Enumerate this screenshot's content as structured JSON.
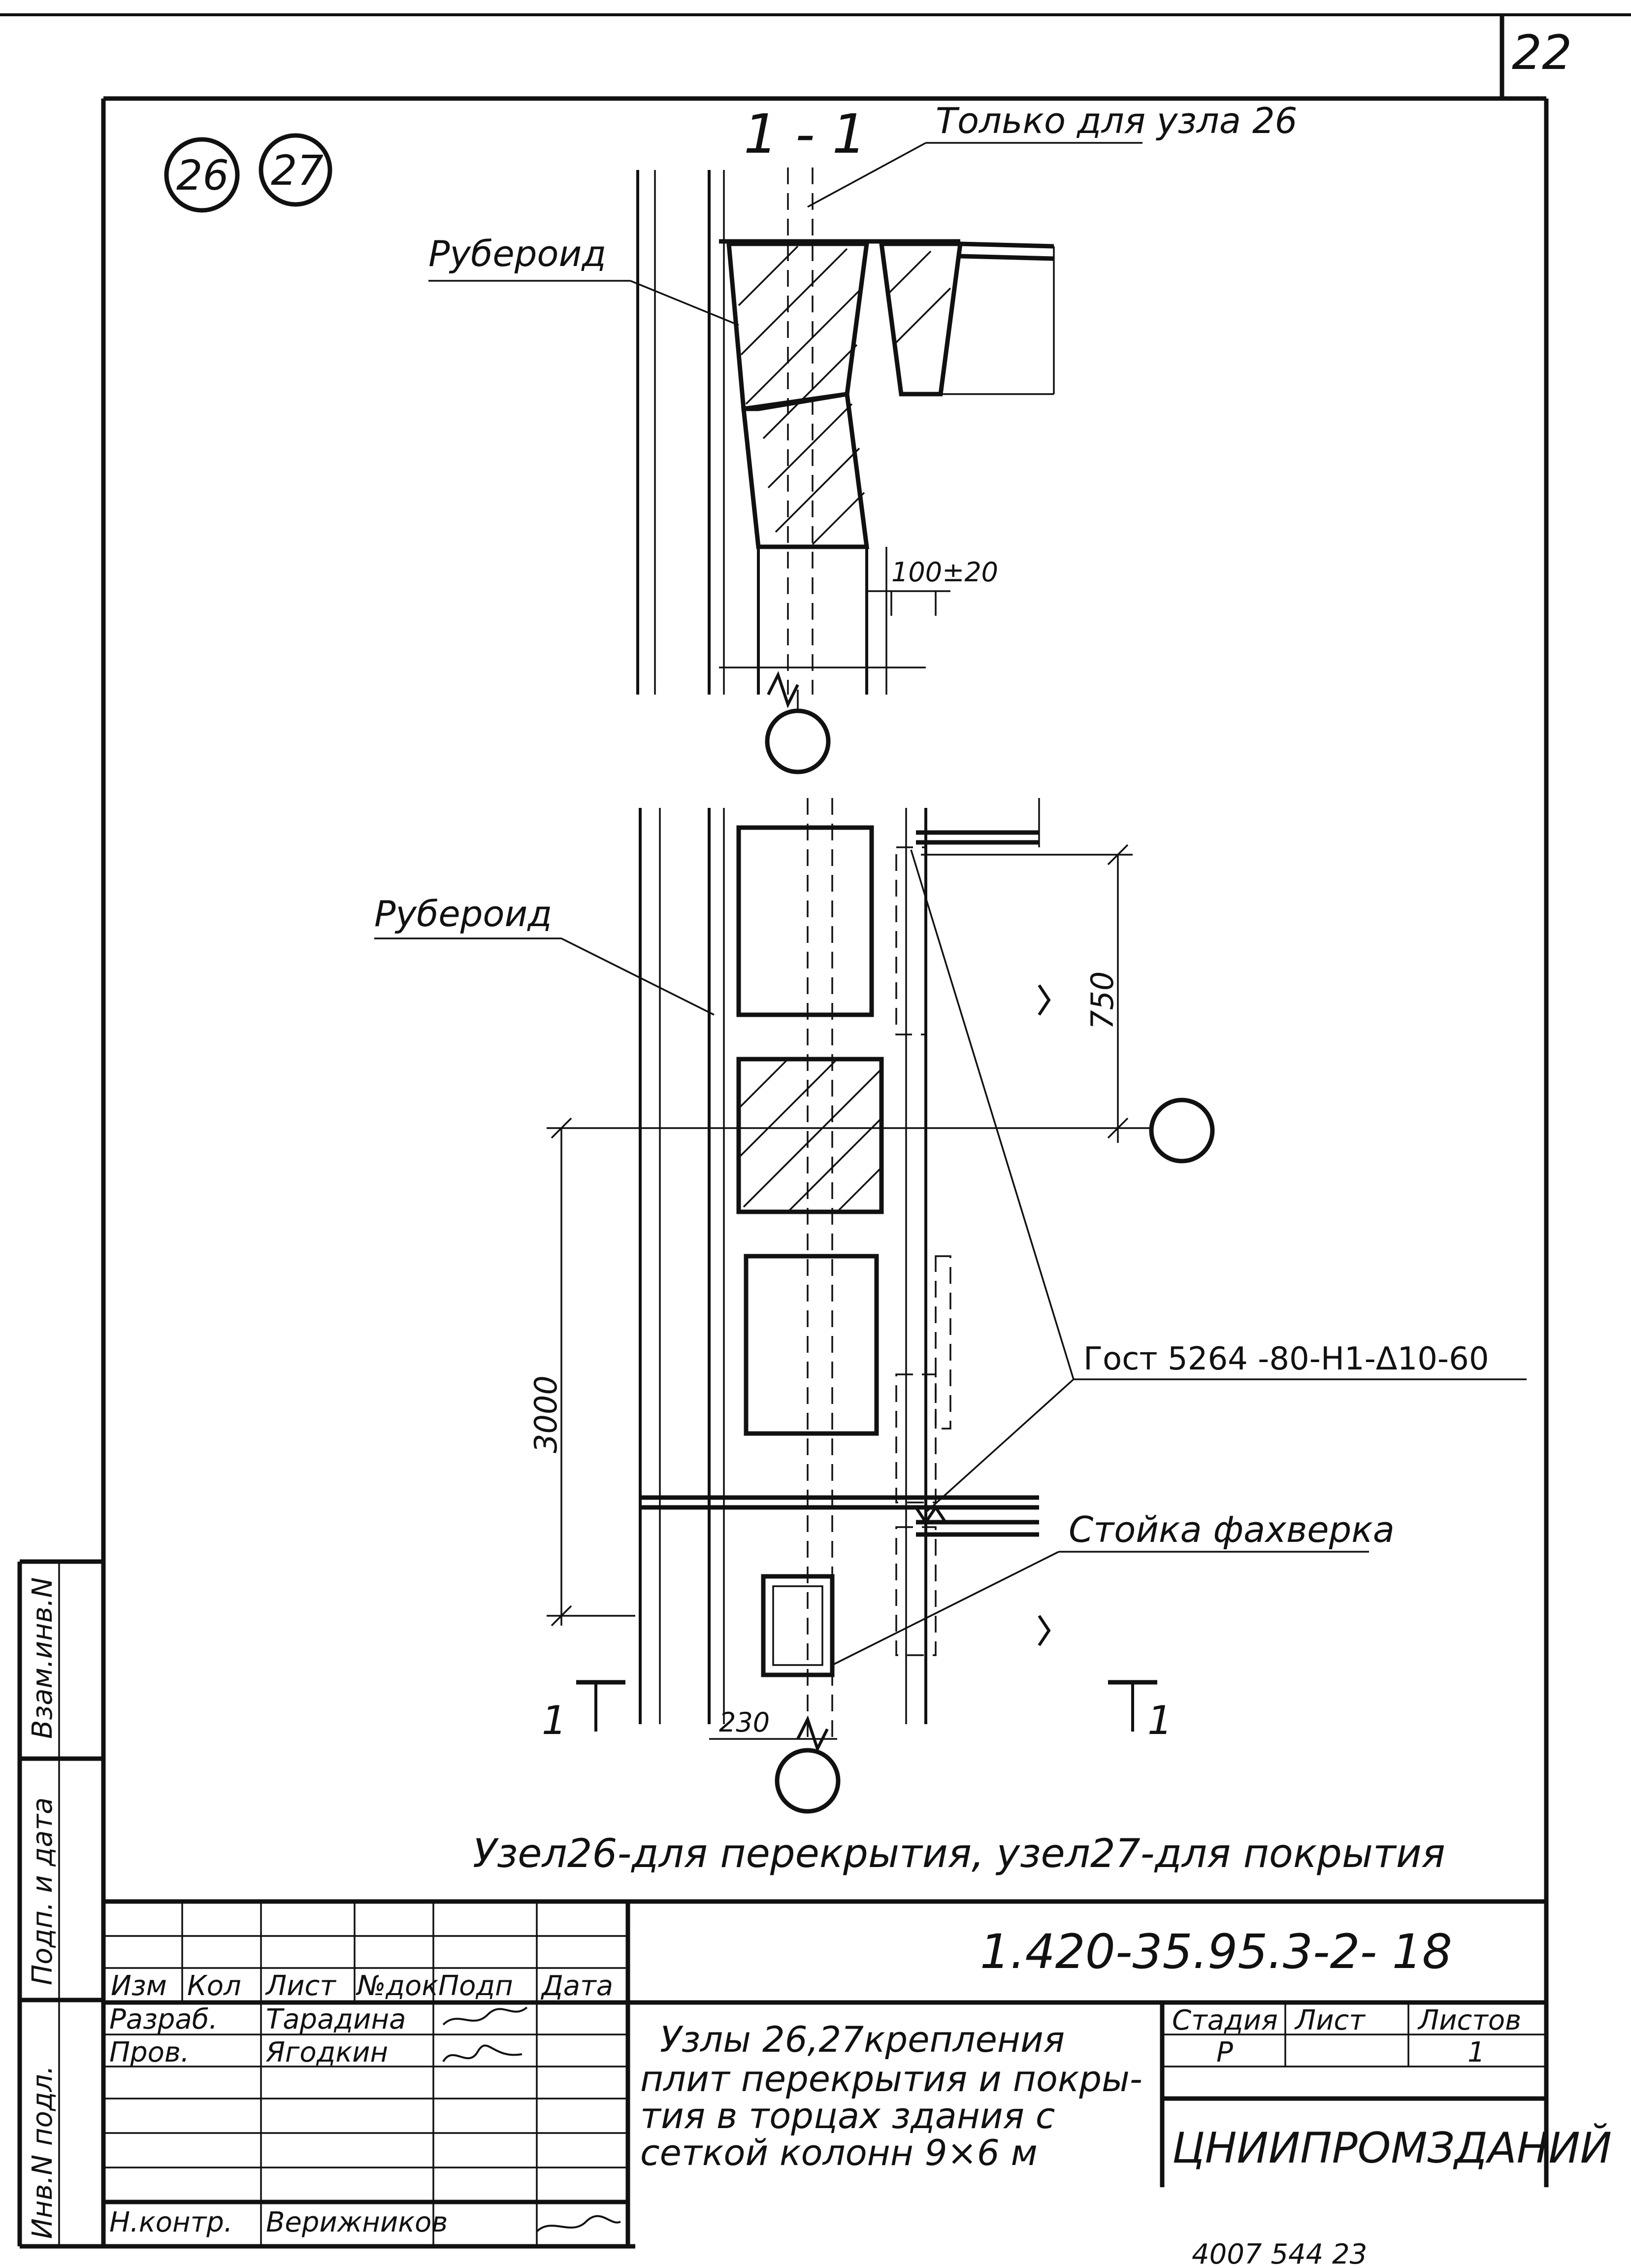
{
  "sheet": {
    "page_number": "22",
    "node_marks": [
      "26",
      "27"
    ]
  },
  "section": {
    "label": "1 - 1",
    "only_for": "Только для узла 26",
    "cut_label_left": "1",
    "cut_label_right": "1"
  },
  "callouts": {
    "ruberoid_top": "Рубероид",
    "ruberoid_mid": "Рубероид",
    "gost": "Гост 5264 -80-Н1-Δ10-60",
    "frame_post": "Стойка фахверка"
  },
  "dimensions": {
    "gap": "100±20",
    "d750": "750",
    "d3000": "3000",
    "d230": "230"
  },
  "caption": "Узел26-для перекрытия, узел27-для покрытия",
  "stamp": {
    "doc_code": "1.420-35.95.3-2- 18",
    "headers": [
      "Изм",
      "Кол",
      "Лист",
      "№док",
      "Подп",
      "Дата"
    ],
    "rows": [
      {
        "role": "Разраб.",
        "name": "Тарадина"
      },
      {
        "role": "Пров.",
        "name": "Ягодкин"
      },
      {
        "role": "Н.контр.",
        "name": "Верижников"
      }
    ],
    "title_lines": [
      "Узлы 26,27крепления",
      "плит перекрытия и покры-",
      "тия в торцах здания с",
      "сеткой колонн 9×6 м"
    ],
    "stage_header": "Стадия",
    "sheet_header": "Лист",
    "sheets_header": "Листов",
    "stage_value": "Р",
    "sheets_value": "1",
    "organization": "ЦНИИПРОМЗДАНИЙ"
  },
  "side_labels": [
    "Взам.инв.N",
    "Подп. и дата",
    "Инв.N подл."
  ],
  "footer": "4007 544 23"
}
